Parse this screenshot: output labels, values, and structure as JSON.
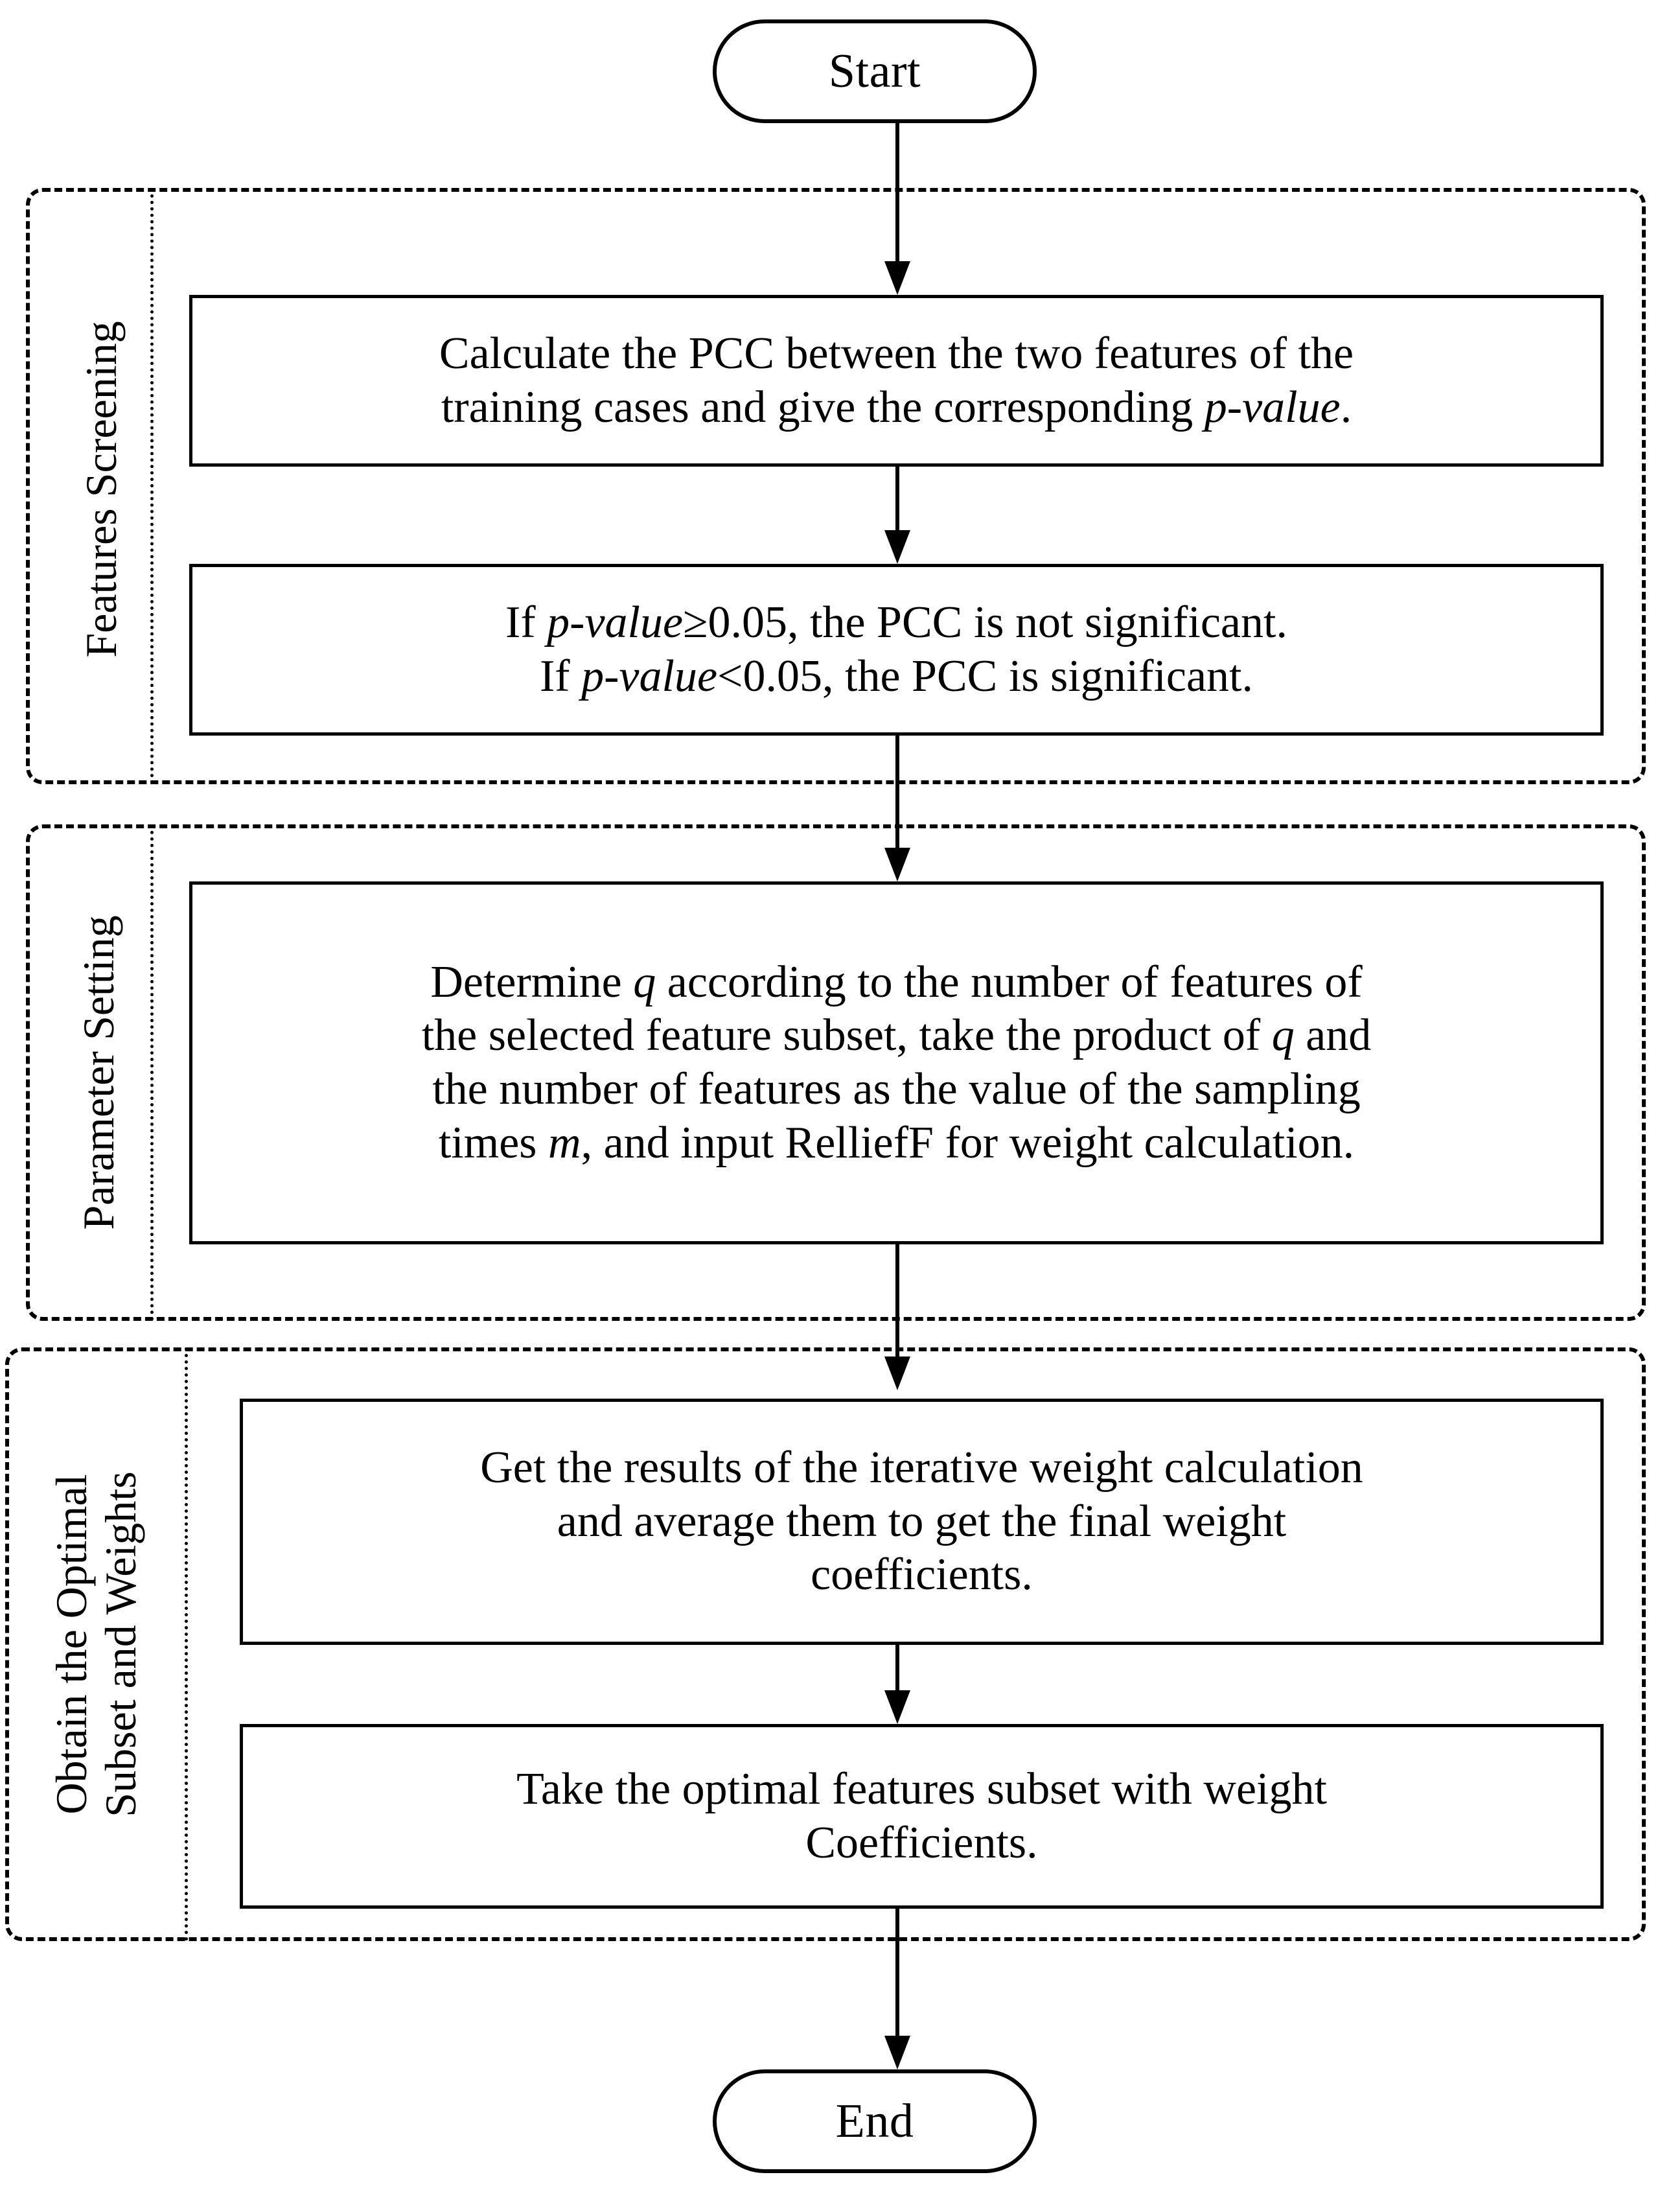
{
  "diagram": {
    "title": "Feature screening and weighting flowchart",
    "accent_color": "#000000",
    "background_color": "#ffffff"
  },
  "nodes": {
    "start": {
      "label": "Start",
      "shape": "stadium"
    },
    "end": {
      "label": "End",
      "shape": "stadium"
    },
    "step1": {
      "line1_a": "Calculate the PCC between the two features of the",
      "line2_a": "training cases and give the corresponding ",
      "line2_em": "p-value",
      "line2_b": "."
    },
    "step2": {
      "line1_a": "If ",
      "line1_em": "p-value",
      "line1_b": "≥0.05, the PCC is not significant.",
      "line2_a": "If ",
      "line2_em": "p-value",
      "line2_b": "<0.05, the PCC is significant."
    },
    "step3": {
      "line1_a": "Determine ",
      "line1_em": "q",
      "line1_b": " according to the number of features of",
      "line2_a": "the selected feature subset, take the product of ",
      "line2_em": "q",
      "line2_b": " and",
      "line3": "the number of features as the value of the sampling",
      "line4_a": "times ",
      "line4_em": "m",
      "line4_b": ", and input RelliefF for weight calculation."
    },
    "step4": {
      "line1": "Get the results of the iterative weight calculation",
      "line2": "and average them to get the final weight",
      "line3": "coefficients."
    },
    "step5": {
      "line1": "Take the optimal features subset with weight",
      "line2": "Coefficients."
    }
  },
  "groups": {
    "g1": {
      "label": "Features Screening"
    },
    "g2": {
      "label": "Parameter Setting"
    },
    "g3": {
      "label_line1": "Obtain the Optimal",
      "label_line2": "Subset and Weights"
    }
  },
  "connectors": {
    "c1": "start-to-step1",
    "c2": "step1-to-step2",
    "c3": "step2-to-step3",
    "c4": "step3-to-step4",
    "c5": "step4-to-step5",
    "c6": "step5-to-end"
  }
}
